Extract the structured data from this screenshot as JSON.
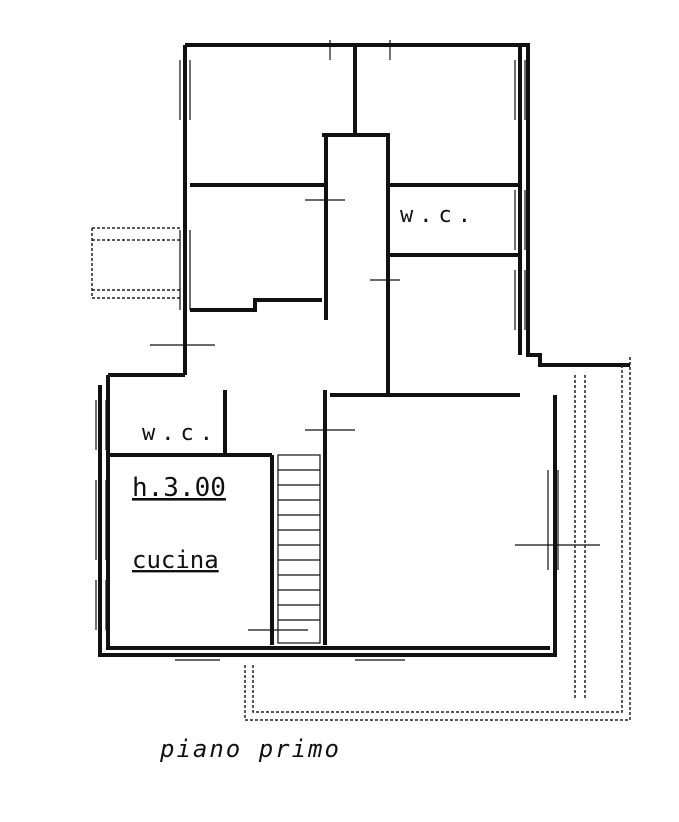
{
  "plan": {
    "labels": {
      "wc_upper": "w.c.",
      "wc_lower": "w.c.",
      "height": "h.3.00",
      "kitchen": "cucina"
    },
    "caption": "piano primo"
  }
}
